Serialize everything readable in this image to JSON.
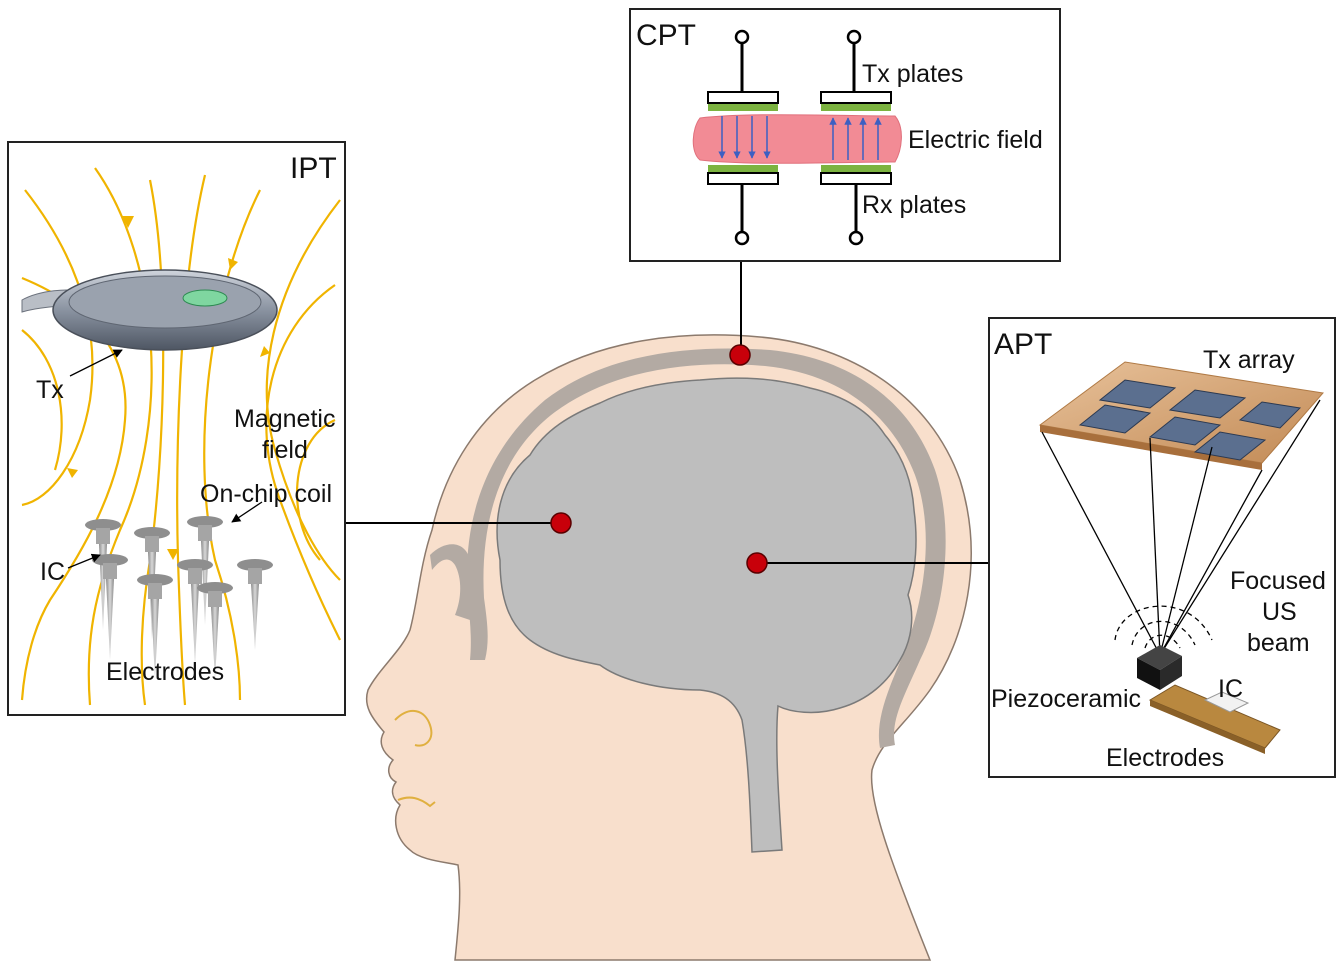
{
  "panels": {
    "ipt": {
      "title": "IPT",
      "labels": {
        "tx": "Tx",
        "magnetic_1": "Magnetic",
        "magnetic_2": "field",
        "on_chip_coil": "On-chip coil",
        "ic": "IC",
        "electrodes": "Electrodes"
      }
    },
    "cpt": {
      "title": "CPT",
      "labels": {
        "tx_plates": "Tx plates",
        "electric_field": "Electric field",
        "rx_plates": "Rx plates"
      }
    },
    "apt": {
      "title": "APT",
      "labels": {
        "tx_array": "Tx array",
        "focused_1": "Focused",
        "focused_2": "US",
        "focused_3": "beam",
        "piezoceramic": "Piezoceramic",
        "ic": "IC",
        "electrodes": "Electrodes"
      }
    }
  },
  "colors": {
    "skin": "#f8dfcc",
    "skull": "#b3aaa3",
    "brain": "#bebebe",
    "field_lines": "#f0b400",
    "marker": "#c8000a",
    "electric_field": "#f28b95",
    "plate_green": "#7cb340",
    "arrow_blue": "#3d5fc2",
    "pcb": "#d4a273",
    "tx_element": "#5b6f8f"
  }
}
